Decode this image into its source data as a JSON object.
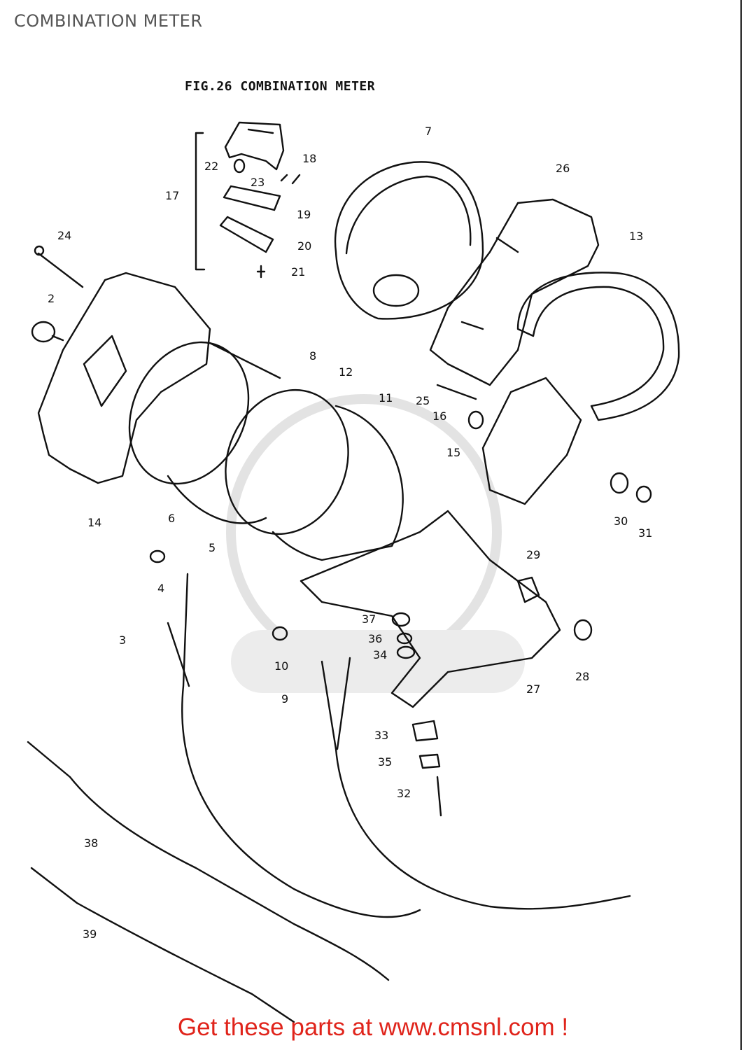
{
  "header": {
    "title": "COMBINATION METER"
  },
  "figure": {
    "title": "FIG.26  COMBINATION METER",
    "callouts": [
      "7",
      "26",
      "18",
      "22",
      "17",
      "23",
      "19",
      "13",
      "24",
      "20",
      "21",
      "2",
      "8",
      "12",
      "11",
      "25",
      "16",
      "15",
      "14",
      "6",
      "5",
      "30",
      "31",
      "29",
      "4",
      "37",
      "36",
      "34",
      "3",
      "10",
      "28",
      "9",
      "27",
      "33",
      "35",
      "32",
      "38",
      "39"
    ]
  },
  "footer": {
    "text": "Get these parts at www.cmsnl.com !"
  },
  "colors": {
    "footer_text": "#e0241b",
    "ink": "#111111",
    "header_text": "#555555",
    "watermark": "#e2e2e2"
  }
}
